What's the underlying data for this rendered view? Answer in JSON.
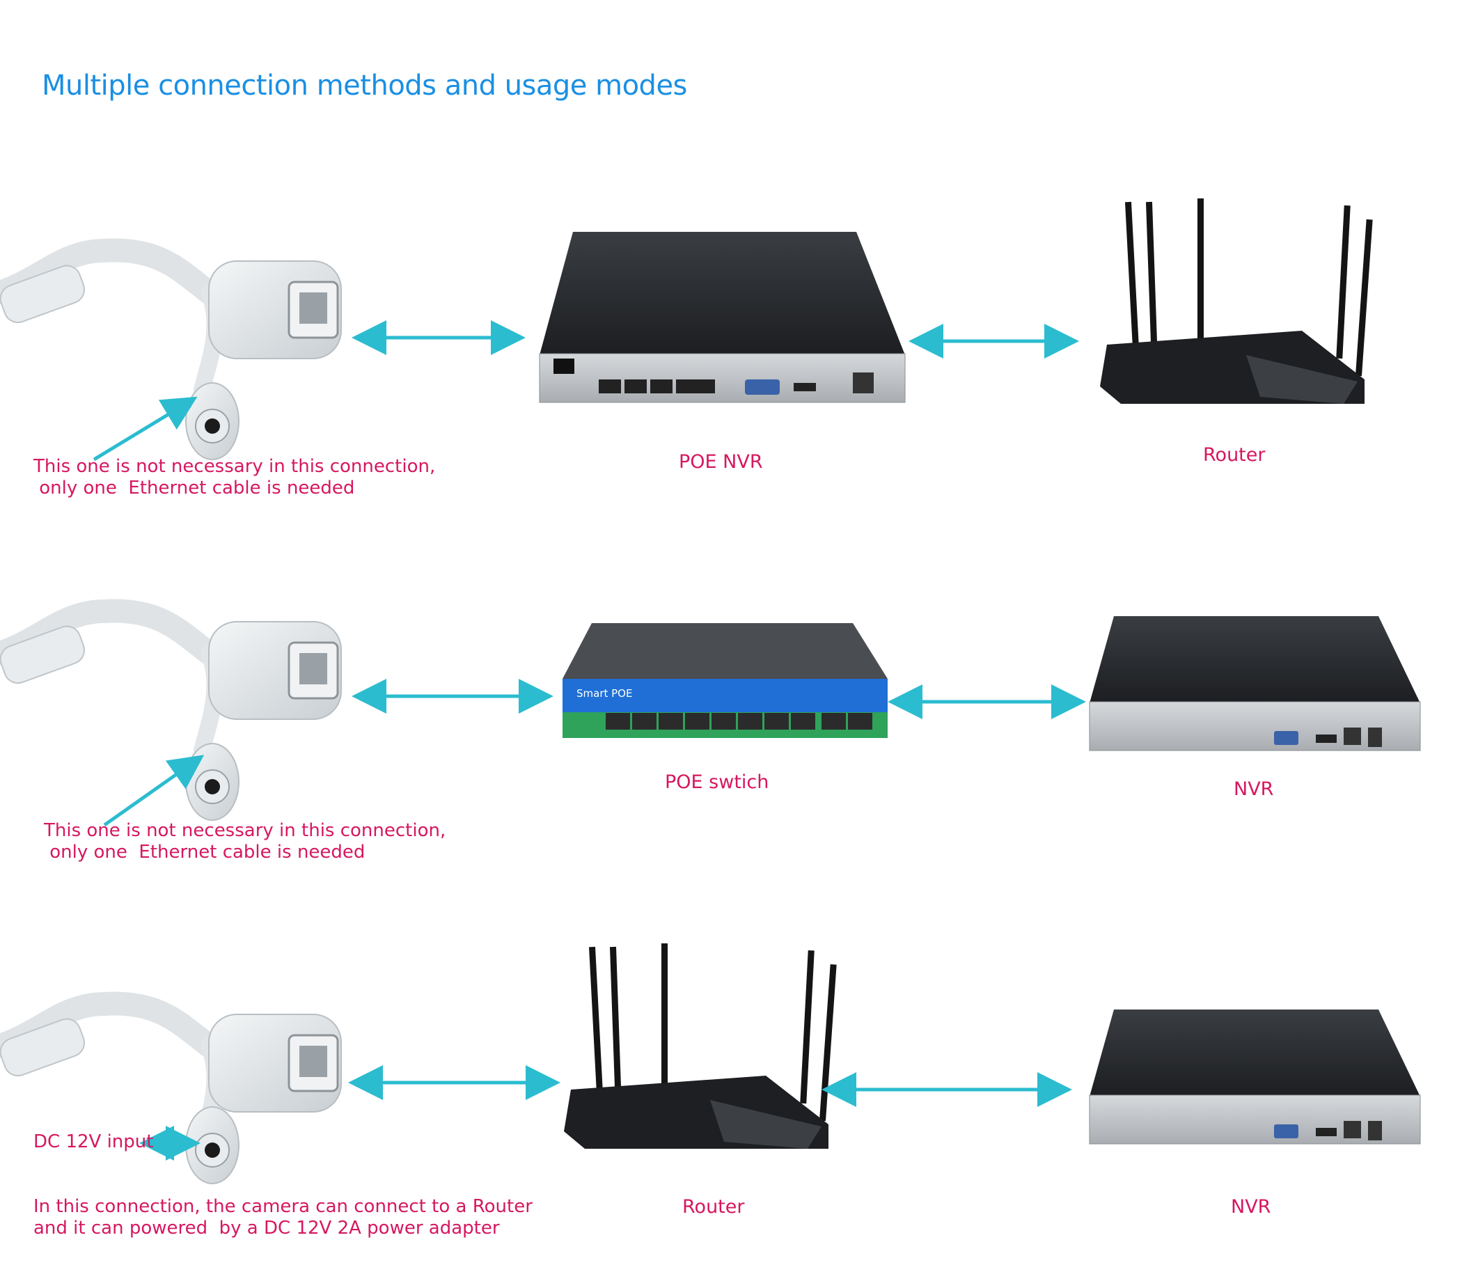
{
  "title": "Multiple connection methods and usage modes",
  "colors": {
    "title": "#1a8fe3",
    "label": "#d6175f",
    "arrow": "#2bbcd0"
  },
  "rows": [
    {
      "note_lines": [
        "This one is not necessary in this connection,",
        " only one  Ethernet cable is needed"
      ],
      "middle": {
        "kind": "poe-nvr",
        "label": "POE NVR"
      },
      "right": {
        "kind": "router",
        "label": "Router"
      }
    },
    {
      "note_lines": [
        "This one is not necessary in this connection,",
        " only one  Ethernet cable is needed"
      ],
      "middle": {
        "kind": "poe-switch",
        "label": "POE swtich",
        "brand": "Smart POE"
      },
      "right": {
        "kind": "nvr",
        "label": "NVR"
      }
    },
    {
      "dc_label": "DC 12V input",
      "note_lines": [
        "In this connection, the camera can connect to a Router",
        "and it can powered  by a DC 12V 2A power adapter"
      ],
      "middle": {
        "kind": "router",
        "label": "Router"
      },
      "right": {
        "kind": "nvr",
        "label": "NVR"
      }
    }
  ]
}
